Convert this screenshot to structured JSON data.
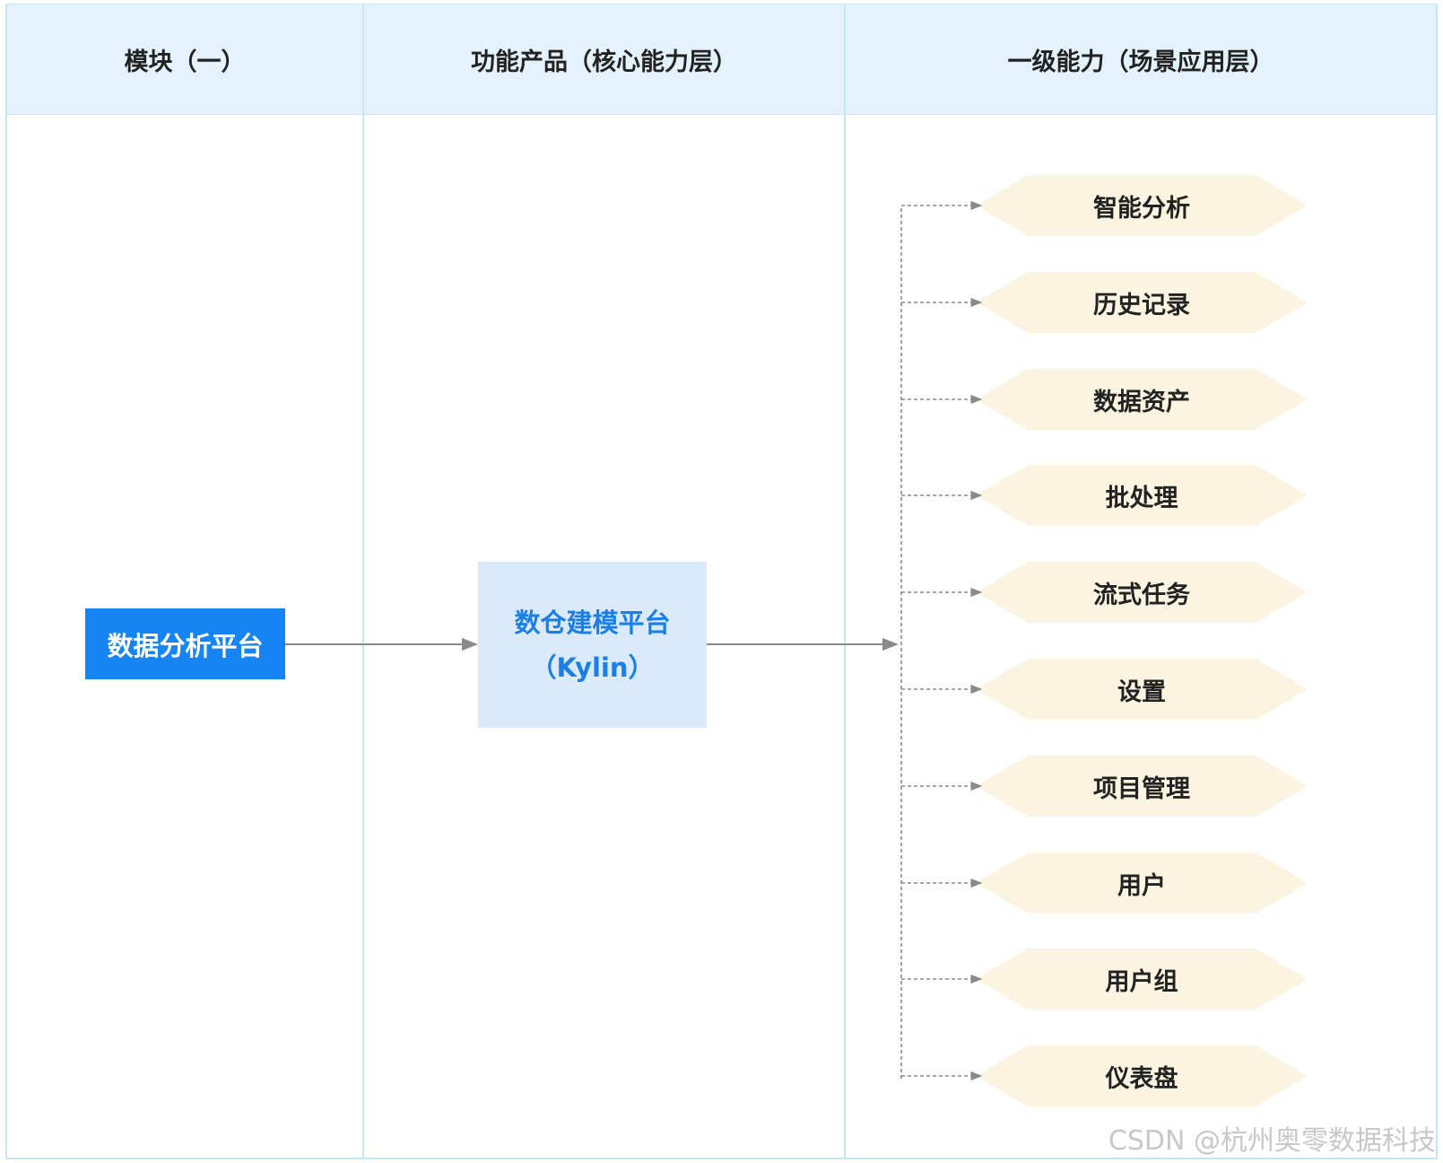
{
  "headers": {
    "col1": "模块（一）",
    "col2": "功能产品（核心能力层）",
    "col3": "一级能力（场景应用层）"
  },
  "module": {
    "label": "数据分析平台"
  },
  "product": {
    "line1": "数仓建模平台",
    "line2": "（Kylin）"
  },
  "capabilities": [
    "智能分析",
    "历史记录",
    "数据资产",
    "批处理",
    "流式任务",
    "设置",
    "项目管理",
    "用户",
    "用户组",
    "仪表盘"
  ],
  "watermark": "CSDN @杭州奥零数据科技",
  "colors": {
    "header_bg": "#e4f3fb",
    "grid_line": "#c9e6f4",
    "module_bg": "#1684f3",
    "product_bg": "#dbeafa",
    "product_text": "#1b7fe8",
    "capability_bg": "#fbf4e1",
    "connector": "#8a8a8a"
  }
}
